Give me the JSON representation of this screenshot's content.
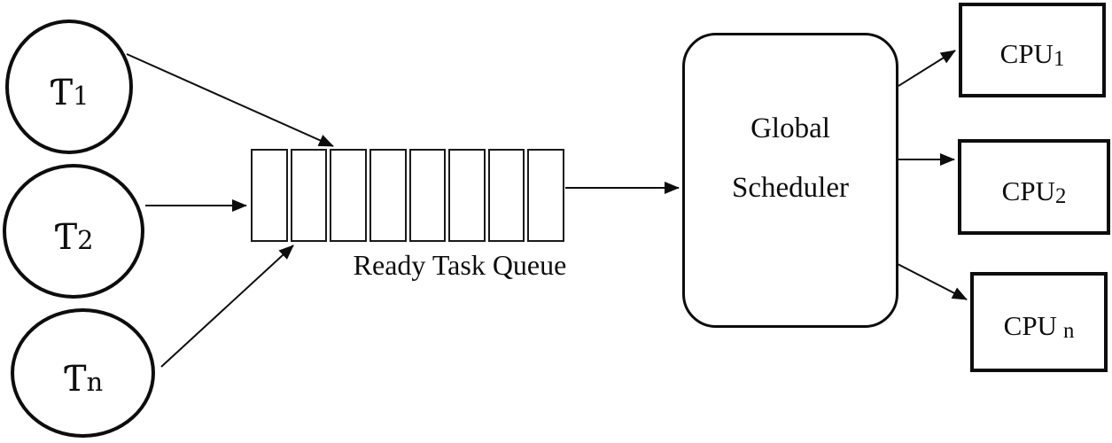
{
  "diagram": {
    "background": "#ffffff",
    "stroke_color": "#0d0d0d",
    "tasks": [
      {
        "label": "Ƭ",
        "sub": "1"
      },
      {
        "label": "Ƭ",
        "sub": "2"
      },
      {
        "label": "Ƭ",
        "sub": "n"
      }
    ],
    "queue": {
      "cells": 8,
      "label": "Ready Task Queue"
    },
    "scheduler": {
      "line1": "Global",
      "line2": "Scheduler"
    },
    "cpus": [
      {
        "label": "CPU",
        "sub": "1"
      },
      {
        "label": "CPU",
        "sub": "2"
      },
      {
        "label": "CPU",
        "sub": "n"
      }
    ]
  }
}
